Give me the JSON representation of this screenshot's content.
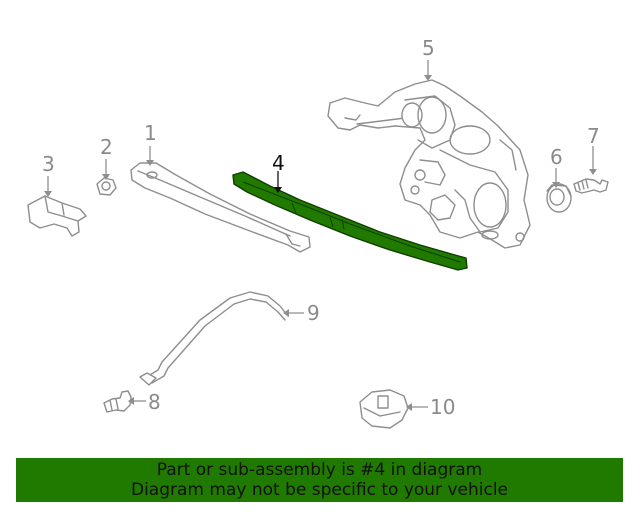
{
  "diagram": {
    "highlighted_part": "4",
    "highlight_color": "#217a00",
    "callouts": [
      {
        "id": "1",
        "label": "1"
      },
      {
        "id": "2",
        "label": "2"
      },
      {
        "id": "3",
        "label": "3"
      },
      {
        "id": "4",
        "label": "4"
      },
      {
        "id": "5",
        "label": "5"
      },
      {
        "id": "6",
        "label": "6"
      },
      {
        "id": "7",
        "label": "7"
      },
      {
        "id": "8",
        "label": "8"
      },
      {
        "id": "9",
        "label": "9"
      },
      {
        "id": "10",
        "label": "10"
      }
    ]
  },
  "banner": {
    "line1": "Part or sub-assembly is #4 in diagram",
    "line2": "Diagram may not be specific to your vehicle",
    "background": "#217a00"
  }
}
